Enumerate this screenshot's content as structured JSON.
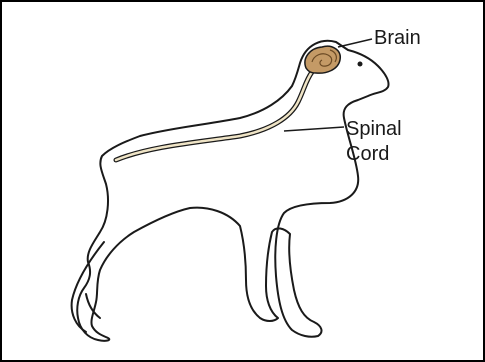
{
  "labels": {
    "brain": "Brain",
    "spinal_cord_line1": "Spinal",
    "spinal_cord_line2": "Cord"
  },
  "colors": {
    "outline": "#1a1a1a",
    "brain_fill": "#c49a66",
    "cord_fill": "#efe4c6"
  }
}
